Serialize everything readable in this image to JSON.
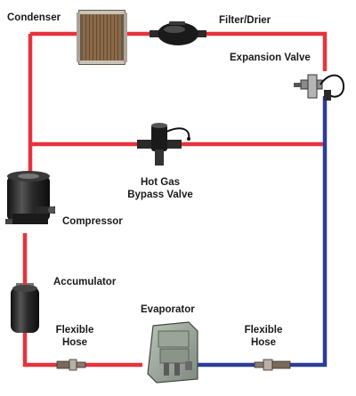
{
  "labels": {
    "condenser": "Condenser",
    "filter_drier": "Filter/Drier",
    "expansion_valve": "Expansion Valve",
    "hot_gas_line1": "Hot Gas",
    "hot_gas_line2": "Bypass Valve",
    "compressor": "Compressor",
    "accumulator": "Accumulator",
    "evaporator": "Evaporator",
    "flex_left_line1": "Flexible",
    "flex_left_line2": "Hose",
    "flex_right_line1": "Flexible",
    "flex_right_line2": "Hose"
  },
  "colors": {
    "high_side_line": "#e8323c",
    "low_side_line": "#2b3c9a",
    "background": "#ffffff",
    "text": "#1a1a1a"
  },
  "icons": {
    "condenser": "condenser-icon",
    "filter_drier": "filter-drier-icon",
    "expansion_valve": "expansion-valve-icon",
    "hot_gas_bypass_valve": "hot-gas-bypass-valve-icon",
    "compressor": "compressor-icon",
    "accumulator": "accumulator-icon",
    "evaporator": "evaporator-icon",
    "flexible_hose": "flexible-hose-icon"
  }
}
